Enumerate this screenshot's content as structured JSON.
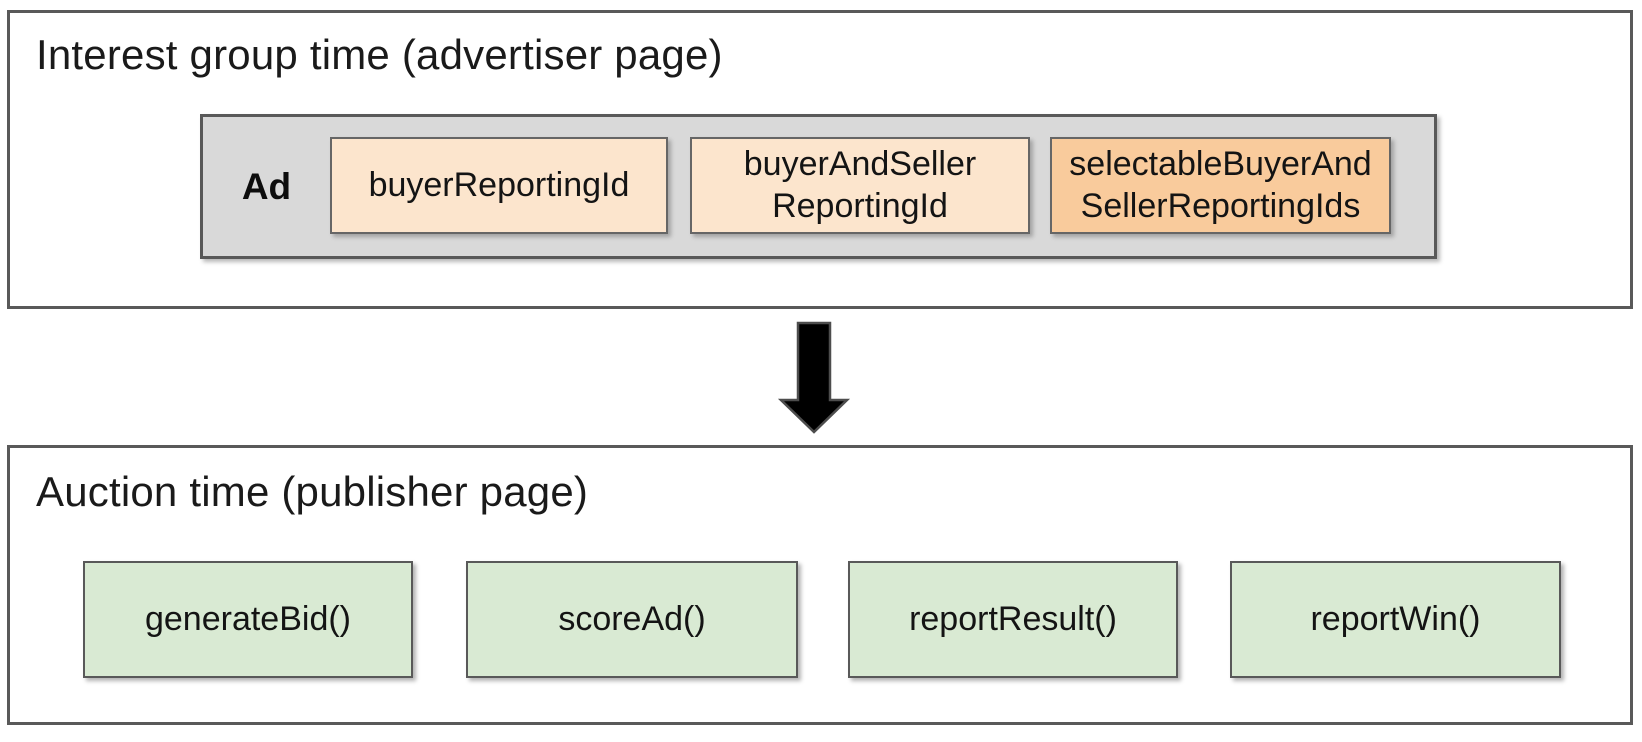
{
  "interest_group_section": {
    "title": "Interest group time (advertiser page)",
    "ad_label": "Ad",
    "reporting_ids": [
      {
        "label": "buyerReportingId",
        "highlight": false
      },
      {
        "label": "buyerAndSeller\nReportingId",
        "highlight": false
      },
      {
        "label": "selectableBuyerAnd\nSellerReportingIds",
        "highlight": true
      }
    ]
  },
  "arrow": {
    "name": "down-arrow",
    "direction": "down"
  },
  "auction_section": {
    "title": "Auction time (publisher page)",
    "functions": [
      {
        "label": "generateBid()"
      },
      {
        "label": "scoreAd()"
      },
      {
        "label": "reportResult()"
      },
      {
        "label": "reportWin()"
      }
    ]
  },
  "colors": {
    "section_border": "#595959",
    "ad_container_fill": "#d9d9d9",
    "reporting_id_fill": "#fce5cd",
    "reporting_id_highlight_fill": "#f9cb9c",
    "function_fill": "#d9ead3",
    "arrow_fill": "#000000",
    "arrow_outline": "#4d4d4d",
    "text": "#1a1a1a",
    "background": "#ffffff"
  }
}
